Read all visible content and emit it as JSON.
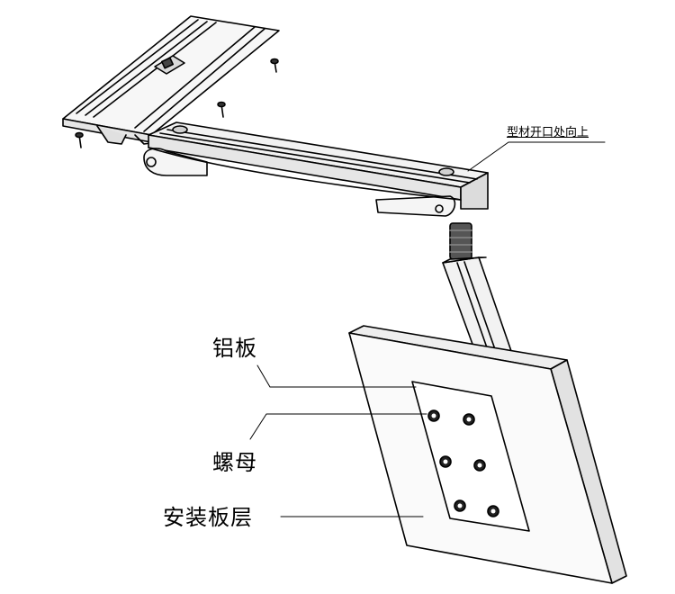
{
  "labels": {
    "profile_opening_up": "型材开口处向上",
    "aluminum_plate": "铝板",
    "nut": "螺母",
    "mounting_board_layer": "安装板层"
  },
  "colors": {
    "line": "#000000",
    "background": "#ffffff",
    "fill_light": "#f2f2f2",
    "fill_mid": "#d9d9d9"
  }
}
